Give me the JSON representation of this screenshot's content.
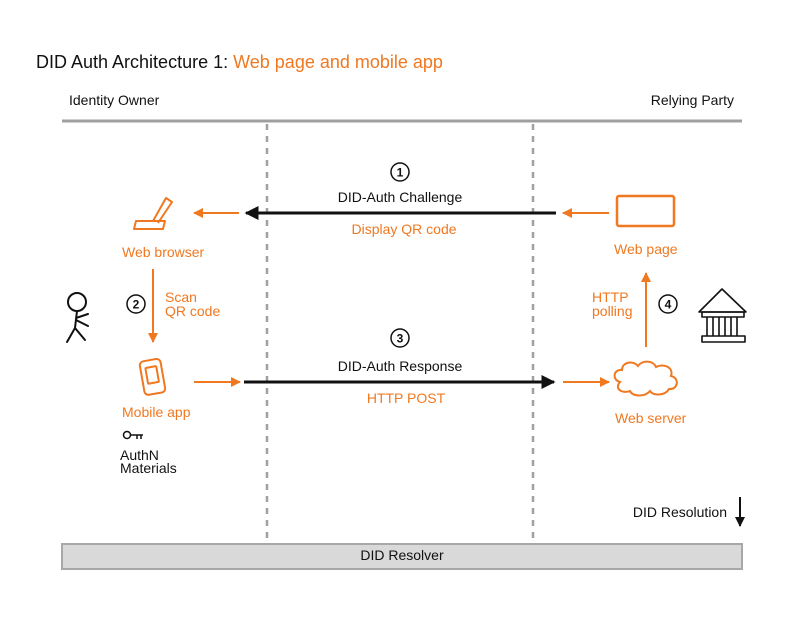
{
  "title": {
    "prefix": "DID Auth Architecture 1: ",
    "suffix": "Web page and mobile app"
  },
  "lanes": {
    "left": "Identity Owner",
    "right": "Relying Party"
  },
  "steps": [
    {
      "number": "1",
      "label": "DID-Auth Challenge",
      "sublabel": "Display QR code"
    },
    {
      "number": "2",
      "label_line1": "Scan",
      "label_line2": "QR code"
    },
    {
      "number": "3",
      "label": "DID-Auth Response",
      "sublabel": "HTTP POST"
    },
    {
      "number": "4",
      "label_line1": "HTTP",
      "label_line2": "polling"
    }
  ],
  "nodes": {
    "web_browser": "Web browser",
    "mobile_app": "Mobile app",
    "authn_line1": "AuthN",
    "authn_line2": "Materials",
    "web_page": "Web page",
    "web_server": "Web server"
  },
  "resolution_label": "DID Resolution",
  "resolver_label": "DID Resolver",
  "colors": {
    "accent": "#f07820",
    "text": "#111111",
    "rule": "#a0a0a0",
    "resolver_fill": "#d9d9d9"
  },
  "icons": [
    "person-icon",
    "pen-icon",
    "phone-icon",
    "key-icon",
    "web-page-icon",
    "cloud-icon",
    "bank-icon"
  ]
}
